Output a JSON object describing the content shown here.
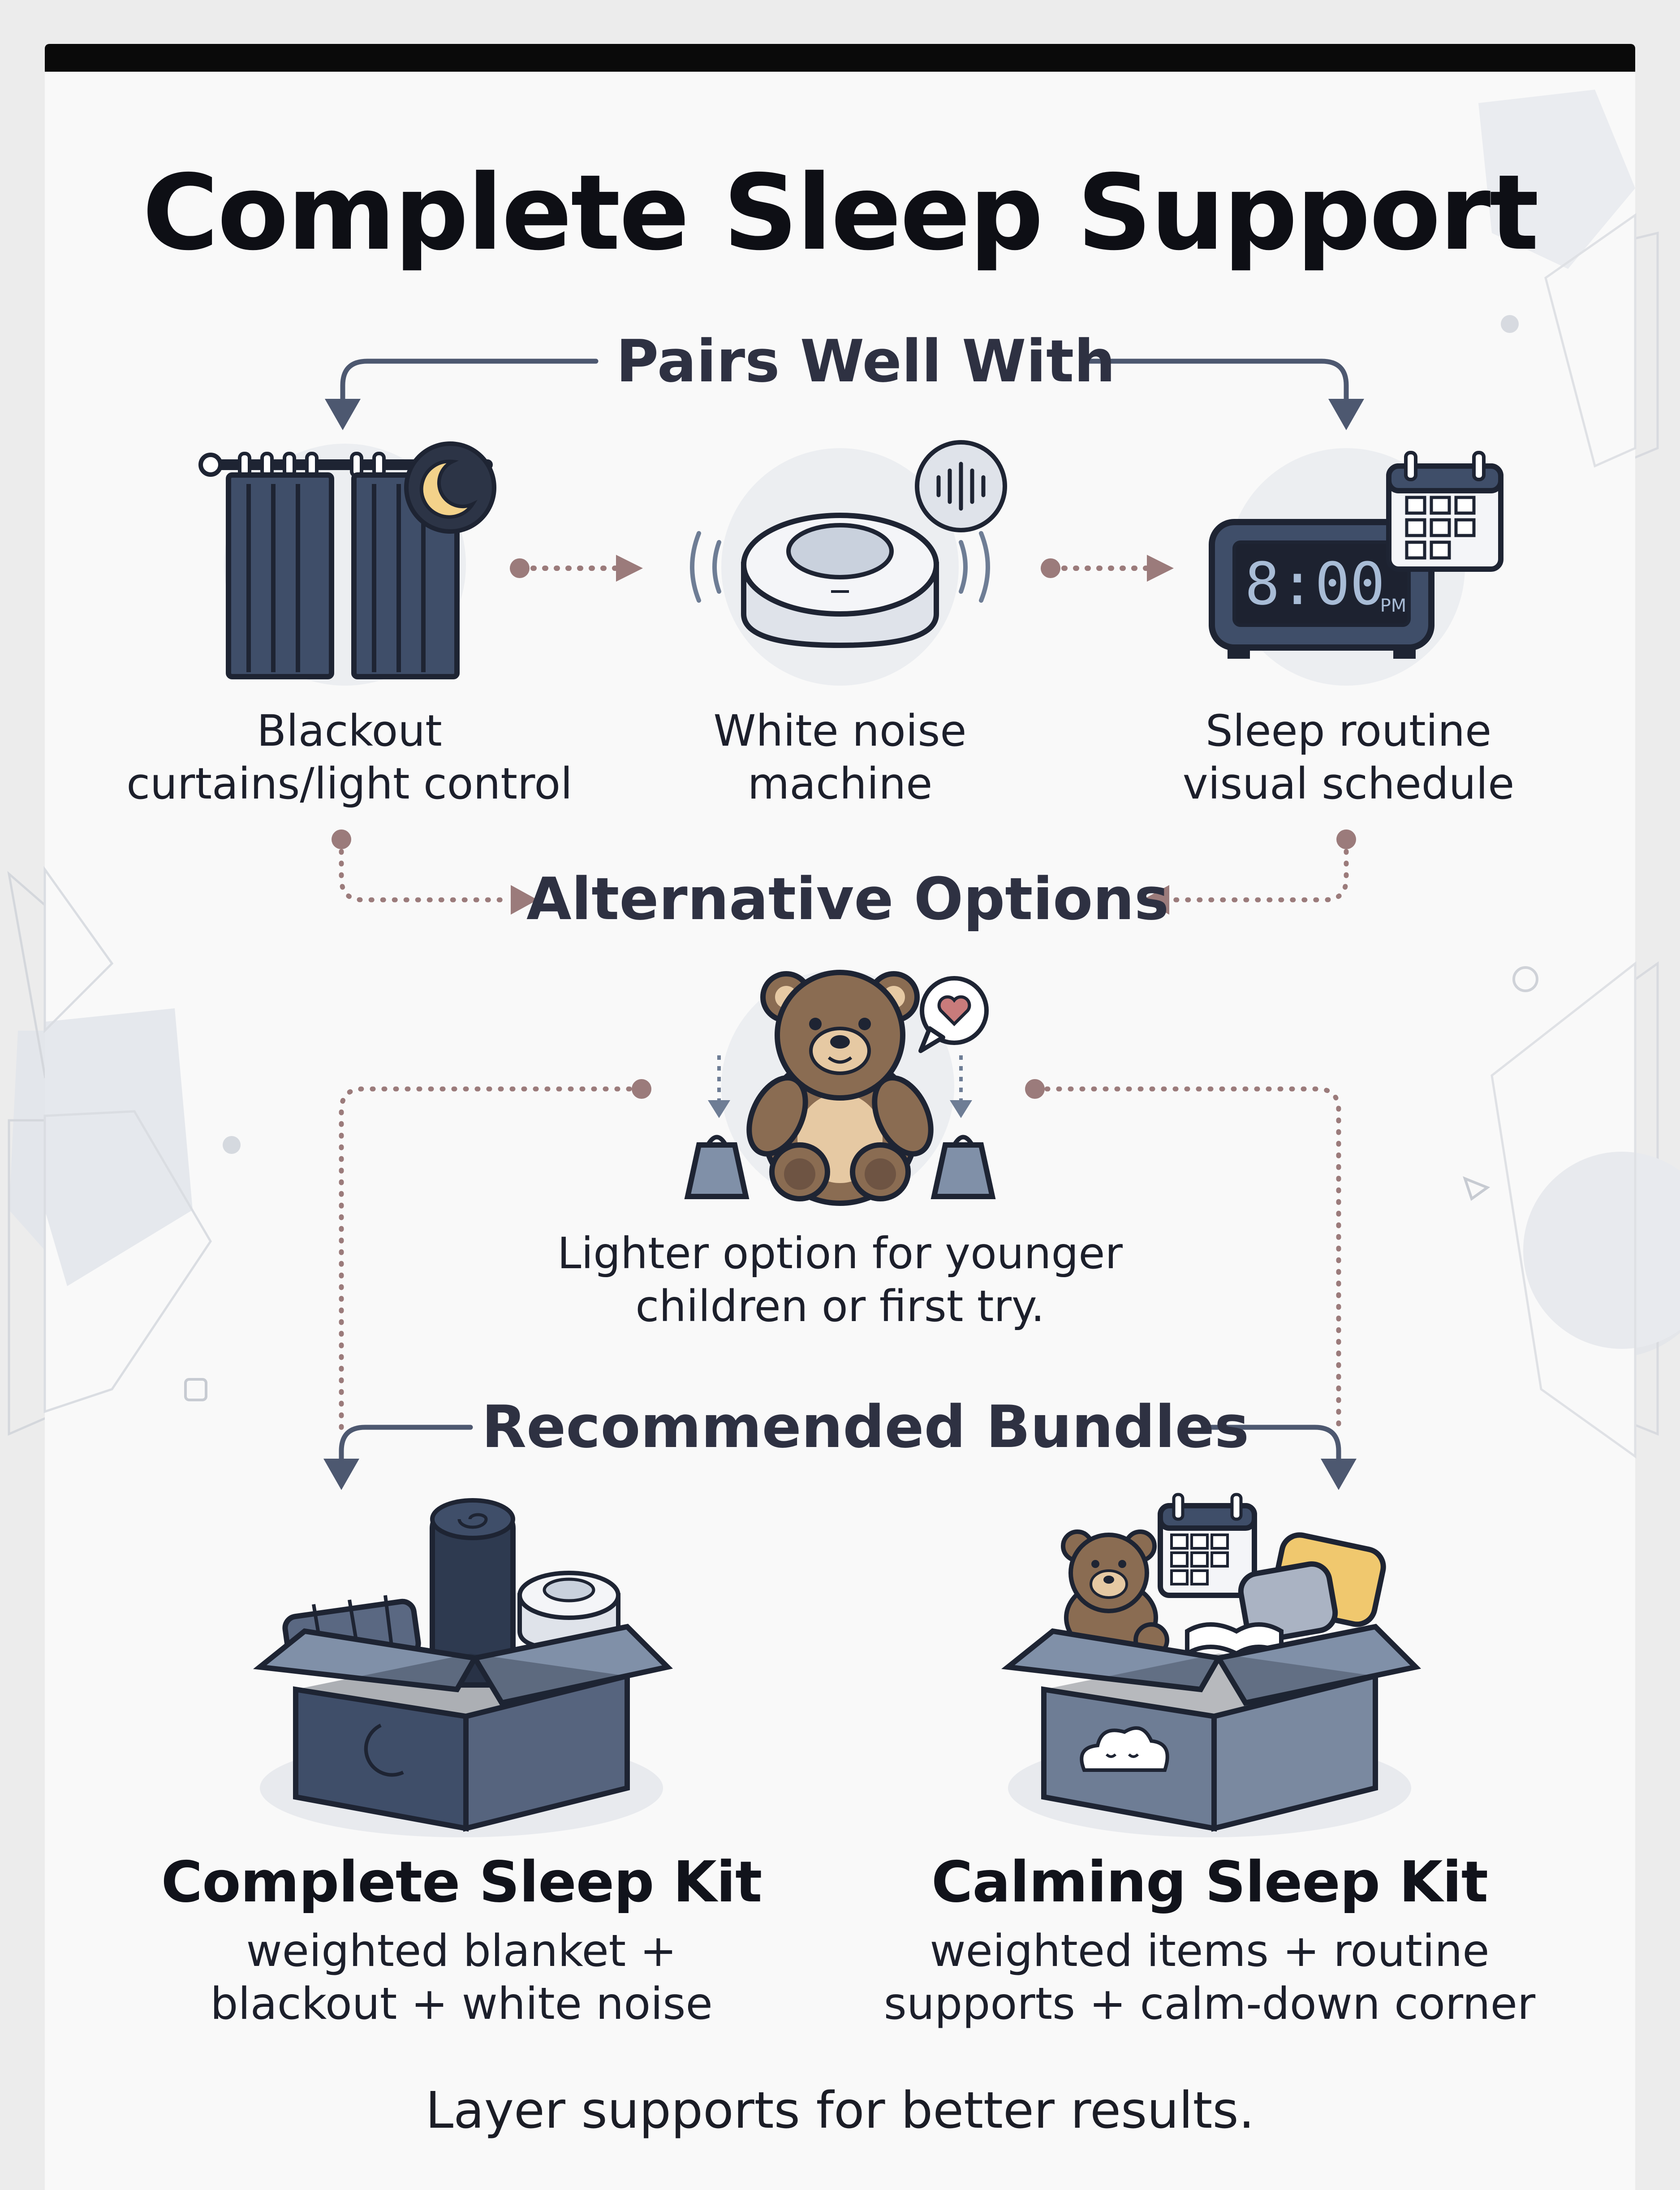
{
  "title": "Complete Sleep Support",
  "sections": {
    "pairs": "Pairs Well With",
    "alternatives": "Alternative Options",
    "bundles": "Recommended Bundles"
  },
  "pairs_items": [
    {
      "icon": "blackout-curtains-icon",
      "line1": "Blackout",
      "line2": "curtains/light control"
    },
    {
      "icon": "white-noise-machine-icon",
      "line1": "White noise",
      "line2": "machine"
    },
    {
      "icon": "alarm-clock-calendar-icon",
      "line1": "Sleep routine",
      "line2": "visual schedule"
    }
  ],
  "clock_display": {
    "time": "8:00",
    "period": "PM"
  },
  "alternative": {
    "icon": "teddy-bear-weights-icon",
    "line1": "Lighter option for younger",
    "line2": "children or first try."
  },
  "bundles": [
    {
      "icon": "sleep-kit-box-icon",
      "title": "Complete Sleep Kit",
      "line1": "weighted blanket +",
      "line2": "blackout + white noise"
    },
    {
      "icon": "calming-kit-box-icon",
      "title": "Calming Sleep Kit",
      "line1": "weighted items + routine",
      "line2": "supports + calm-down corner"
    }
  ],
  "footer": "Layer supports for better results.",
  "colors": {
    "navy": "#3b4a63",
    "slate": "#6e7d95",
    "connector_mauve": "#9b7b7b",
    "arrow_slate": "#4d5870",
    "bear_brown": "#8a6c52",
    "yellow_moon": "#f3d28a",
    "card_bg": "#f9f9f9"
  }
}
